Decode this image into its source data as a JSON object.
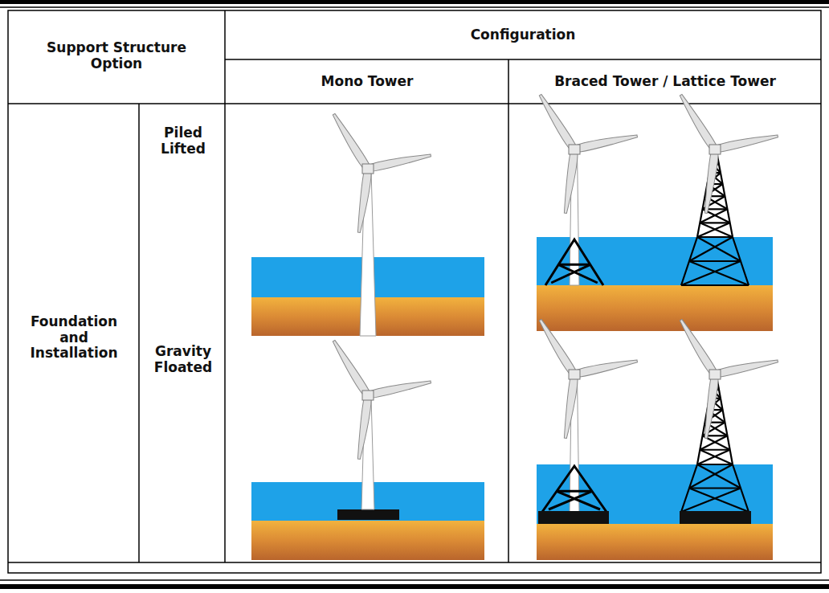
{
  "diagram": {
    "labels": [
      "Support Structure Option",
      "Configuration",
      "Mono Tower",
      "Braced Tower / Lattice Tower",
      "Foundation and Installation",
      "Piled Lifted",
      "Gravity Floated"
    ]
  }
}
